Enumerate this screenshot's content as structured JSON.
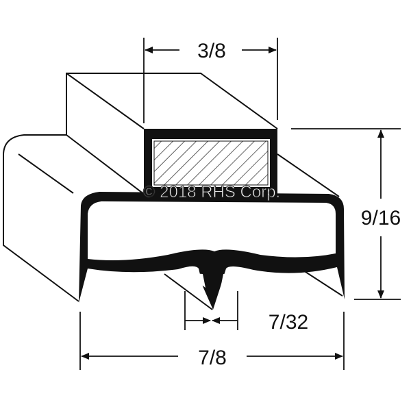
{
  "diagram": {
    "watermark": "© 2018 RHS Corp.",
    "dimensions": {
      "top_width": "3/8",
      "height": "9/16",
      "dart_width": "7/32",
      "overall_width": "7/8"
    },
    "colors": {
      "line": "#111111",
      "background": "#ffffff"
    }
  }
}
